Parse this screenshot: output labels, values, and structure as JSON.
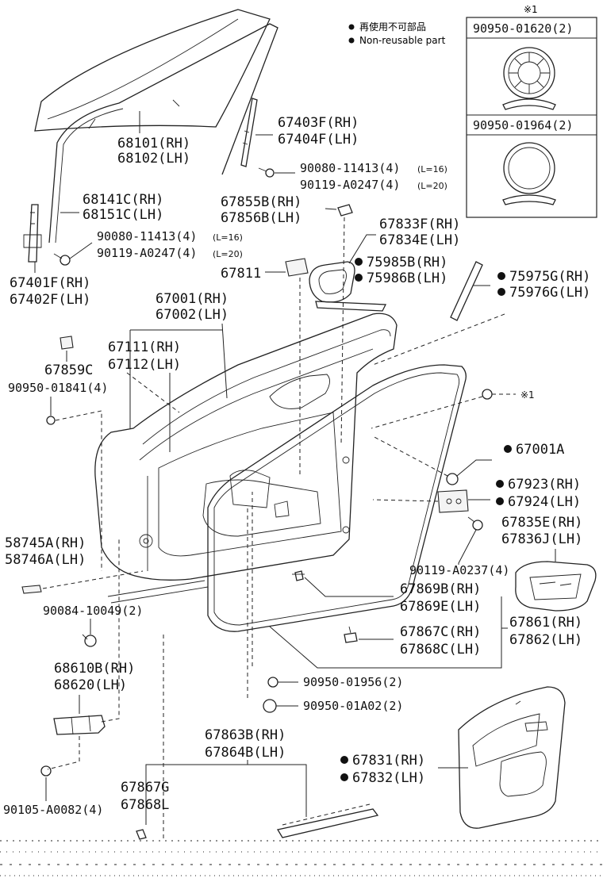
{
  "legend": {
    "line1": "再使用不可部品",
    "line2": "Non-reusable part",
    "ref_mark": "※1"
  },
  "inset": {
    "part1": "90950-01620(2)",
    "part2": "90950-01964(2)"
  },
  "labels": {
    "p68101": "68101(RH)",
    "p68102": "68102(LH)",
    "p67403F": "67403F(RH)",
    "p67404F": "67404F(LH)",
    "p90080a": "90080-11413(4)",
    "p90080a_note": "(L=16)",
    "p90119a": "90119-A0247(4)",
    "p90119a_note": "(L=20)",
    "p68141C": "68141C(RH)",
    "p68151C": "68151C(LH)",
    "p67855B": "67855B(RH)",
    "p67856B": "67856B(LH)",
    "p90080b": "90080-11413(4)",
    "p90080b_note": "(L=16)",
    "p90119b": "90119-A0247(4)",
    "p90119b_note": "(L=20)",
    "p67833F": "67833F(RH)",
    "p67834E": "67834E(LH)",
    "p67811": "67811",
    "p75985B": "75985B(RH)",
    "p75986B": "75986B(LH)",
    "p75975G": "75975G(RH)",
    "p75976G": "75976G(LH)",
    "p67401F": "67401F(RH)",
    "p67402F": "67402F(LH)",
    "p67001": "67001(RH)",
    "p67002": "67002(LH)",
    "p67111": "67111(RH)",
    "p67112": "67112(LH)",
    "p67859C": "67859C",
    "p90950_01841": "90950-01841(4)",
    "ref1": "※1",
    "p67001A": "67001A",
    "p67923": "67923(RH)",
    "p67924": "67924(LH)",
    "p67835E": "67835E(RH)",
    "p67836J": "67836J(LH)",
    "p58745A": "58745A(RH)",
    "p58746A": "58746A(LH)",
    "p90119_A0237": "90119-A0237(4)",
    "p67869B": "67869B(RH)",
    "p67869E": "67869E(LH)",
    "p90084": "90084-10049(2)",
    "p67861": "67861(RH)",
    "p67862": "67862(LH)",
    "p67867C": "67867C(RH)",
    "p67868C": "67868C(LH)",
    "p68610B": "68610B(RH)",
    "p68620": "68620(LH)",
    "p90950_01956": "90950-01956(2)",
    "p90950_01A02": "90950-01A02(2)",
    "p67863B": "67863B(RH)",
    "p67864B": "67864B(LH)",
    "p67831": "67831(RH)",
    "p67832": "67832(LH)",
    "p67867G": "67867G",
    "p67868L": "67868L",
    "p90105": "90105-A0082(4)"
  }
}
